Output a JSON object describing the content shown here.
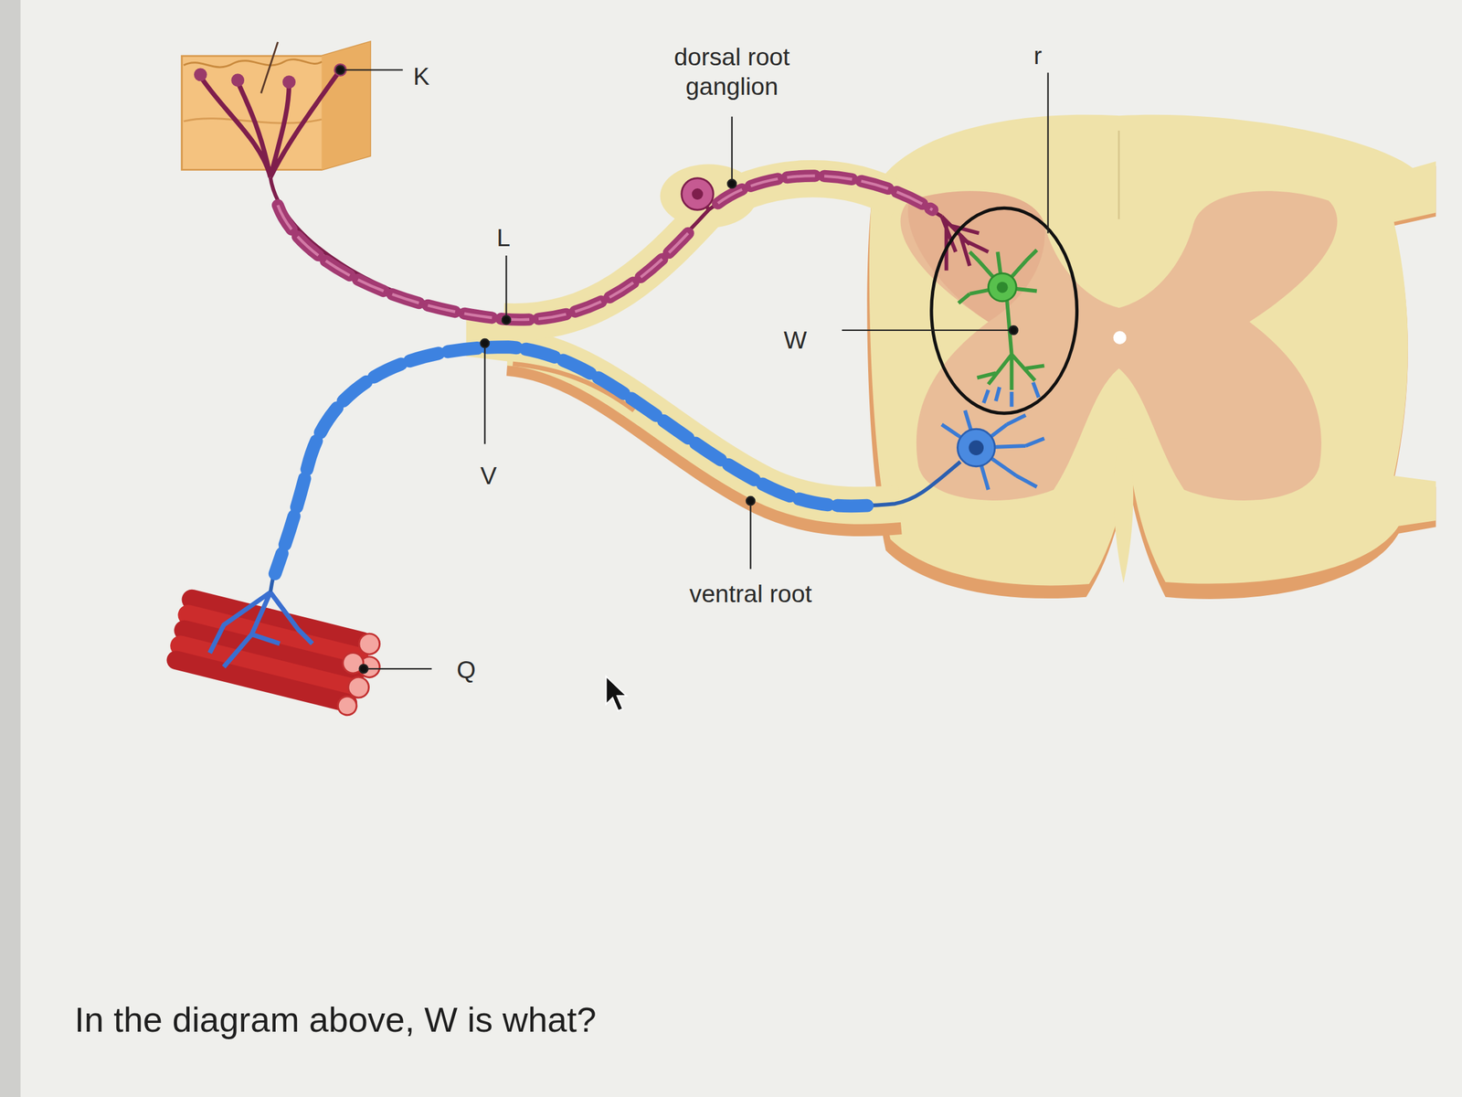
{
  "diagram": {
    "caption": "In the diagram above, W is what?",
    "labels": [
      "K",
      "dorsal root ganglion",
      "r",
      "L",
      "W",
      "V",
      "ventral root",
      "Q"
    ]
  }
}
